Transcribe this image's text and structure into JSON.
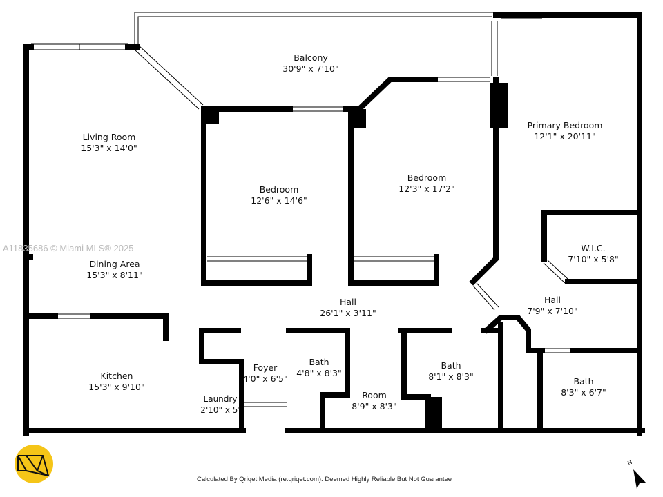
{
  "watermark": "A11835686 © Miami MLS® 2025",
  "rooms": [
    {
      "name": "Balcony",
      "size": "30'9\" x 7'10\""
    },
    {
      "name": "Living Room",
      "size": "15'3\" x 14'0\""
    },
    {
      "name": "Bedroom",
      "size": "12'6\" x 14'6\""
    },
    {
      "name": "Bedroom",
      "size": "12'3\" x 17'2\""
    },
    {
      "name": "Primary Bedroom",
      "size": "12'1\" x 20'11\""
    },
    {
      "name": "W.I.C.",
      "size": "7'10\" x 5'8\""
    },
    {
      "name": "Dining Area",
      "size": "15'3\" x 8'11\""
    },
    {
      "name": "Hall",
      "size": "26'1\" x 3'11\""
    },
    {
      "name": "Hall",
      "size": "7'9\" x 7'10\""
    },
    {
      "name": "Kitchen",
      "size": "15'3\" x 9'10\""
    },
    {
      "name": "Laundry",
      "size": "2'10\" x 5'"
    },
    {
      "name": "Foyer",
      "size": "4'0\" x 6'5\""
    },
    {
      "name": "Bath",
      "size": "4'8\" x 8'3\""
    },
    {
      "name": "Room",
      "size": "8'9\" x 8'3\""
    },
    {
      "name": "Bath",
      "size": "8'1\" x 8'3\""
    },
    {
      "name": "Bath",
      "size": "8'3\" x 6'7\""
    }
  ],
  "footer": "Calculated By Qriqet Media (re.qriqet.com). Deemed Highly Reliable But Not Guarantee",
  "compass_label": "N",
  "logo_color": "#F5C518",
  "wall_color": "#000000"
}
